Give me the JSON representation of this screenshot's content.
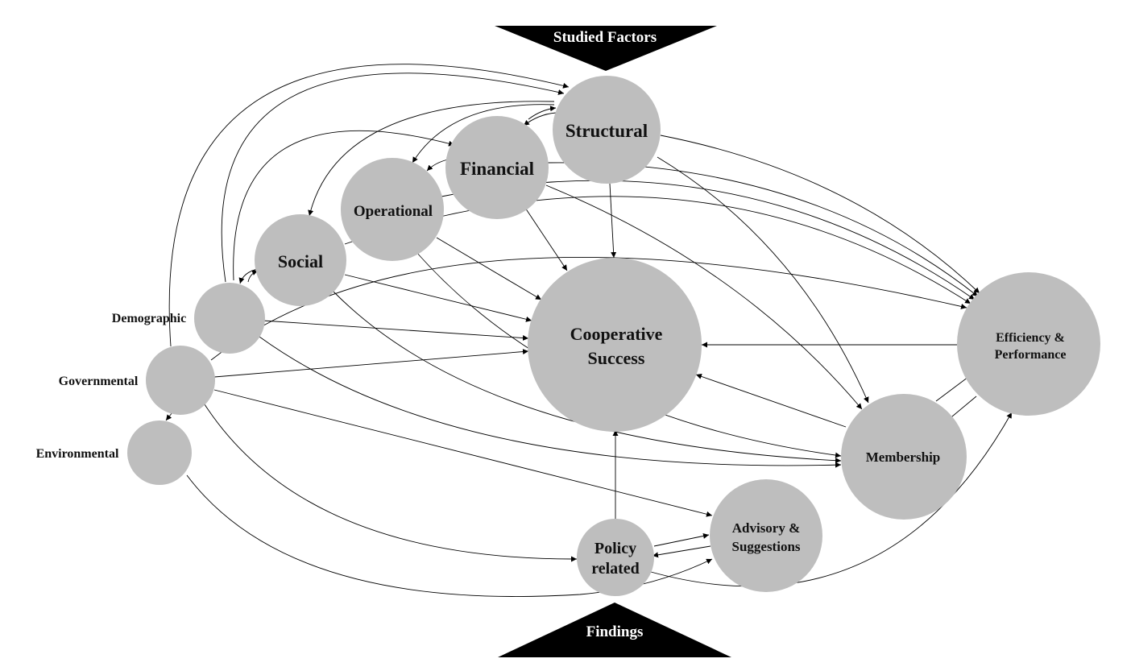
{
  "banners": {
    "top": "Studied Factors",
    "bottom": "Findings"
  },
  "nodes": {
    "structural": "Structural",
    "financial": "Financial",
    "operational": "Operational",
    "social": "Social",
    "demographic": "Demographic",
    "governmental": "Governmental",
    "environmental": "Environmental",
    "cooperative_success": [
      "Cooperative",
      "Success"
    ],
    "efficiency_performance": [
      "Efficiency &",
      "Performance"
    ],
    "membership": "Membership",
    "policy_related": [
      "Policy",
      "related"
    ],
    "advisory_suggestions": [
      "Advisory &",
      "Suggestions"
    ]
  },
  "edges": [
    {
      "from": "Structural",
      "to": "Cooperative Success"
    },
    {
      "from": "Financial",
      "to": "Cooperative Success"
    },
    {
      "from": "Operational",
      "to": "Cooperative Success"
    },
    {
      "from": "Social",
      "to": "Cooperative Success"
    },
    {
      "from": "Demographic",
      "to": "Cooperative Success"
    },
    {
      "from": "Governmental",
      "to": "Cooperative Success"
    },
    {
      "from": "Efficiency & Performance",
      "to": "Cooperative Success"
    },
    {
      "from": "Membership",
      "to": "Cooperative Success"
    },
    {
      "from": "Policy related",
      "to": "Cooperative Success"
    },
    {
      "from": "Structural",
      "to": "Efficiency & Performance"
    },
    {
      "from": "Financial",
      "to": "Efficiency & Performance"
    },
    {
      "from": "Operational",
      "to": "Efficiency & Performance"
    },
    {
      "from": "Social",
      "to": "Efficiency & Performance"
    },
    {
      "from": "Governmental",
      "to": "Efficiency & Performance"
    },
    {
      "from": "Structural",
      "to": "Membership"
    },
    {
      "from": "Financial",
      "to": "Membership"
    },
    {
      "from": "Operational",
      "to": "Membership"
    },
    {
      "from": "Social",
      "to": "Membership"
    },
    {
      "from": "Demographic",
      "to": "Membership"
    },
    {
      "from": "Membership",
      "to": "Efficiency & Performance"
    },
    {
      "from": "Efficiency & Performance",
      "to": "Membership"
    },
    {
      "from": "Governmental",
      "to": "Advisory & Suggestions"
    },
    {
      "from": "Governmental",
      "to": "Policy related"
    },
    {
      "from": "Environmental",
      "to": "Advisory & Suggestions"
    },
    {
      "from": "Policy related",
      "to": "Advisory & Suggestions"
    },
    {
      "from": "Advisory & Suggestions",
      "to": "Policy related"
    },
    {
      "from": "Policy related",
      "to": "Efficiency & Performance"
    },
    {
      "from": "Structural",
      "to": "Financial"
    },
    {
      "from": "Financial",
      "to": "Structural"
    },
    {
      "from": "Structural",
      "to": "Operational"
    },
    {
      "from": "Structural",
      "to": "Social"
    },
    {
      "from": "Financial",
      "to": "Operational"
    },
    {
      "from": "Social",
      "to": "Demographic"
    },
    {
      "from": "Demographic",
      "to": "Social"
    },
    {
      "from": "Demographic",
      "to": "Financial"
    },
    {
      "from": "Demographic",
      "to": "Structural"
    },
    {
      "from": "Governmental",
      "to": "Structural"
    },
    {
      "from": "Governmental",
      "to": "Environmental"
    }
  ]
}
